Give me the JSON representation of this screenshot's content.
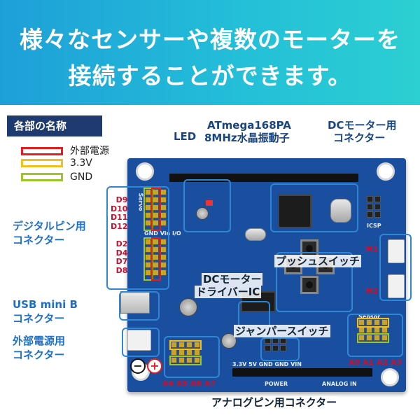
{
  "banner": {
    "line1": "様々なセンサーや複数のモーターを",
    "line2": "接続することができます。"
  },
  "legend": {
    "title": "各部の名称",
    "items": [
      {
        "label": "外部電源",
        "color": "#e02020"
      },
      {
        "label": "3.3V",
        "color": "#f0c020"
      },
      {
        "label": "GND",
        "color": "#9bc52a"
      }
    ]
  },
  "labels": {
    "led": "LED",
    "mcu_line1": "ATmega168PA",
    "mcu_line2": "8MHz水晶振動子",
    "dc_conn_line1": "DCモーター用",
    "dc_conn_line2": "コネクター",
    "digital_line1": "デジタルピン用",
    "digital_line2": "コネクター",
    "push_switch": "プッシュスイッチ",
    "dc_driver_line1": "DCモーター",
    "dc_driver_line2": "ドライバーIC",
    "usb_line1": "USB mini B",
    "usb_line2": "コネクター",
    "jumper_switch": "ジャンパースイッチ",
    "power_line1": "外部電源用",
    "power_line2": "コネクター",
    "analog_conn": "アナログピン用コネクター",
    "m1": "M1",
    "m2": "M2",
    "minus": "−",
    "plus": "+"
  },
  "digital_pins": [
    "D9",
    "D10",
    "D11",
    "D12",
    "",
    "D2",
    "D4",
    "D7",
    "D8"
  ],
  "analog_top": [
    "A0",
    "A1",
    "A2",
    "A3"
  ],
  "analog_bottom": [
    "A4",
    "A5",
    "A6",
    "A7"
  ],
  "silkscreen": {
    "servo": "Servo",
    "power": "POWER",
    "analog_in": "ANALOG IN",
    "sensor": "Sensor",
    "icsp": "ICSP",
    "gnd_vin": "GND Vin I/O",
    "power_pins": "3.3V 5V GND GND VIN"
  }
}
